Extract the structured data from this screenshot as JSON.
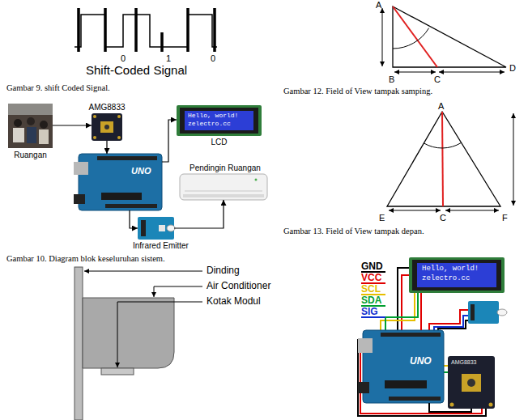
{
  "diagram": {
    "nodes": [
      {
        "text": [
          "Ruangan"
        ]
      },
      {
        "text": [
          "AMG8833"
        ]
      },
      {
        "text": [
          "Hello, world!",
          "zelectro.cc",
          "LCD"
        ]
      },
      {
        "text": [
          "UNO"
        ]
      },
      {
        "text": [
          "Pendingin Ruangan"
        ]
      },
      {
        "text": [
          "Infrared Emitter"
        ]
      },
      {
        "text": [
          "Hello, world!",
          "zelectro.cc"
        ]
      },
      {
        "text": [
          "UNO"
        ]
      },
      {
        "text": [
          "AMG8833"
        ]
      }
    ],
    "edges": [
      {
        "from": 0,
        "to": 1,
        "arrow": "to"
      },
      {
        "from": 1,
        "to": 3,
        "arrow": "to"
      },
      {
        "from": 3,
        "to": 2,
        "arrow": "to"
      },
      {
        "from": 3,
        "to": 5,
        "arrow": "to"
      },
      {
        "from": 5,
        "to": 4,
        "arrow": "to"
      },
      {
        "from": 7,
        "to": 6,
        "arrow": "none"
      },
      {
        "from": 7,
        "to": 8,
        "arrow": "none"
      }
    ],
    "labels": [
      "0",
      "1",
      "0",
      "Shift-Coded Signal",
      "Gambar 9. shift Coded Signal.",
      "Gambar 10. Diagram blok keseluruhan sistem.",
      "Dinding",
      "Air Conditioner",
      "Kotak Modul",
      "A",
      "B",
      "C",
      "D",
      "Gambar 12. Field of View tampak samping.",
      "A",
      "E",
      "C",
      "F",
      "Gambar 13. Field of View tampak depan."
    ],
    "legend": [
      {
        "text": "GND",
        "color": "#000000"
      },
      {
        "text": "VCC",
        "color": "#e00000"
      },
      {
        "text": "SCL",
        "color": "#e6be00"
      },
      {
        "text": "SDA",
        "color": "#00a030"
      },
      {
        "text": "SIG",
        "color": "#1030d0"
      }
    ]
  }
}
